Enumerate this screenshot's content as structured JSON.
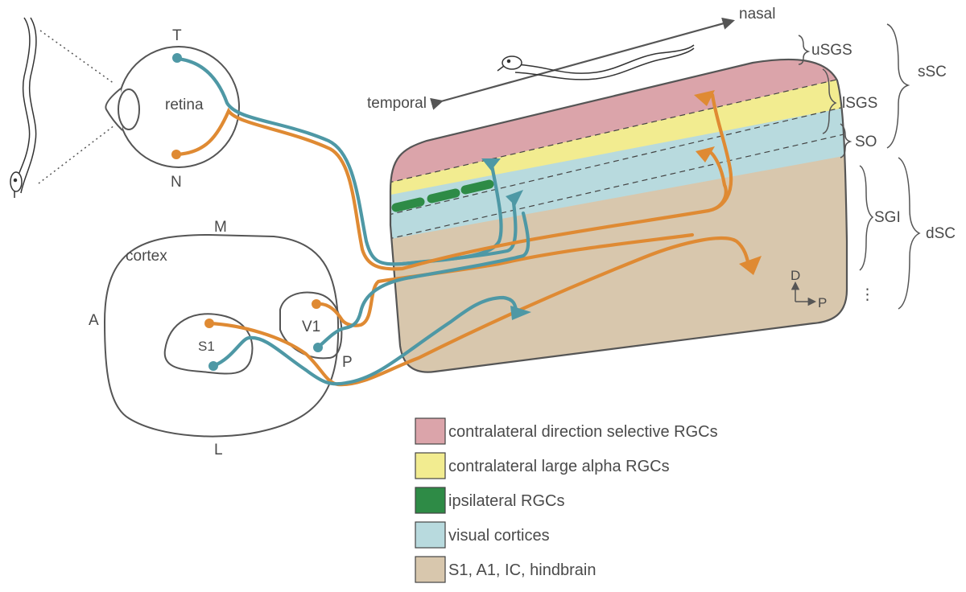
{
  "eye": {
    "top_label": "T",
    "bottom_label": "N",
    "retina_label": "retina"
  },
  "cortex": {
    "title": "cortex",
    "top_label": "M",
    "bottom_label": "L",
    "left_label": "A",
    "right_label": "P",
    "s1_label": "S1",
    "v1_label": "V1"
  },
  "axes": {
    "nasal": "nasal",
    "temporal": "temporal",
    "dorsal": "D",
    "posterior": "P"
  },
  "layers": {
    "usgs": "uSGS",
    "lsgs": "lSGS",
    "so": "SO",
    "sgi": "SGI",
    "ssc": "sSC",
    "dsc": "dSC",
    "ellipsis": "⋮"
  },
  "legend": [
    {
      "label": "contralateral direction selective RGCs",
      "color": "#dba4aa"
    },
    {
      "label": "contralateral large alpha RGCs",
      "color": "#f2ec90"
    },
    {
      "label": "ipsilateral RGCs",
      "color": "#2e8b46"
    },
    {
      "label": "visual cortices",
      "color": "#b8dade"
    },
    {
      "label": "S1, A1, IC, hindbrain",
      "color": "#d8c7ad"
    }
  ],
  "colors": {
    "retina_pathway": "#4e98a5",
    "cortex_pathway": "#df8a33",
    "outline": "#555555"
  }
}
